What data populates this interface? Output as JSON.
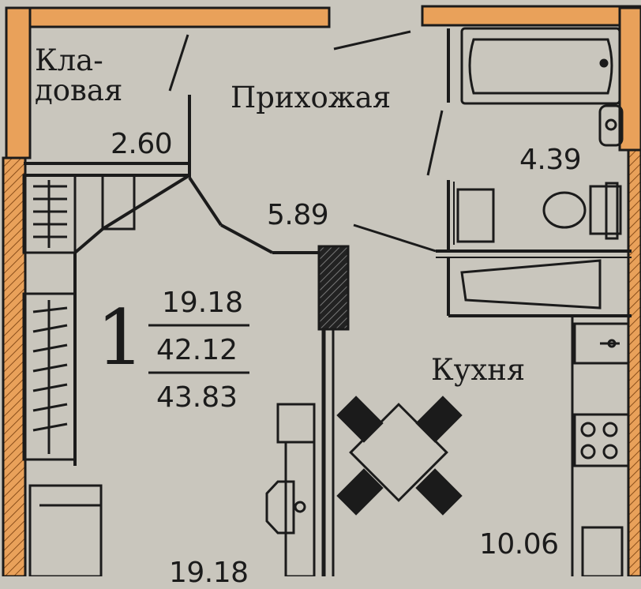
{
  "plan": {
    "apartment": {
      "rooms_count": "1",
      "area_living": "19.18",
      "area_total": "42.12",
      "area_full": "43.83"
    },
    "rooms": {
      "storage_line1": "Кла-",
      "storage_line2": "довая",
      "storage_area": "2.60",
      "hall_name": "Прихожая",
      "hall_area": "5.89",
      "bath_area": "4.39",
      "kitchen_name": "Кухня",
      "kitchen_area": "10.06",
      "living_area": "19.18"
    },
    "colors": {
      "paper": "#c9c6bd",
      "wall": "#e9a15a",
      "ink": "#1b1b1b"
    }
  }
}
